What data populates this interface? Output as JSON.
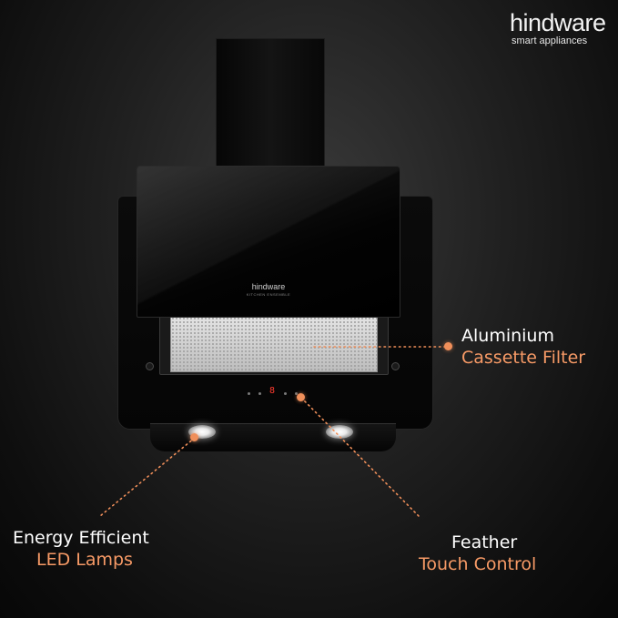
{
  "brand": {
    "name": "hindware",
    "tagline": "smart appliances"
  },
  "product": {
    "hood_logo": "hindware",
    "hood_logo_sub": "KITCHEN ENSEMBLE",
    "display_readout": "8"
  },
  "callouts": {
    "filter": {
      "title": "Aluminium",
      "subtitle": "Cassette Filter"
    },
    "lamps": {
      "title": "Energy Efficient",
      "subtitle": "LED Lamps"
    },
    "touch": {
      "title": "Feather",
      "subtitle": "Touch Control"
    }
  },
  "colors": {
    "accent": "#f79a66",
    "text": "#ffffff",
    "background": "#1a1a1a"
  }
}
